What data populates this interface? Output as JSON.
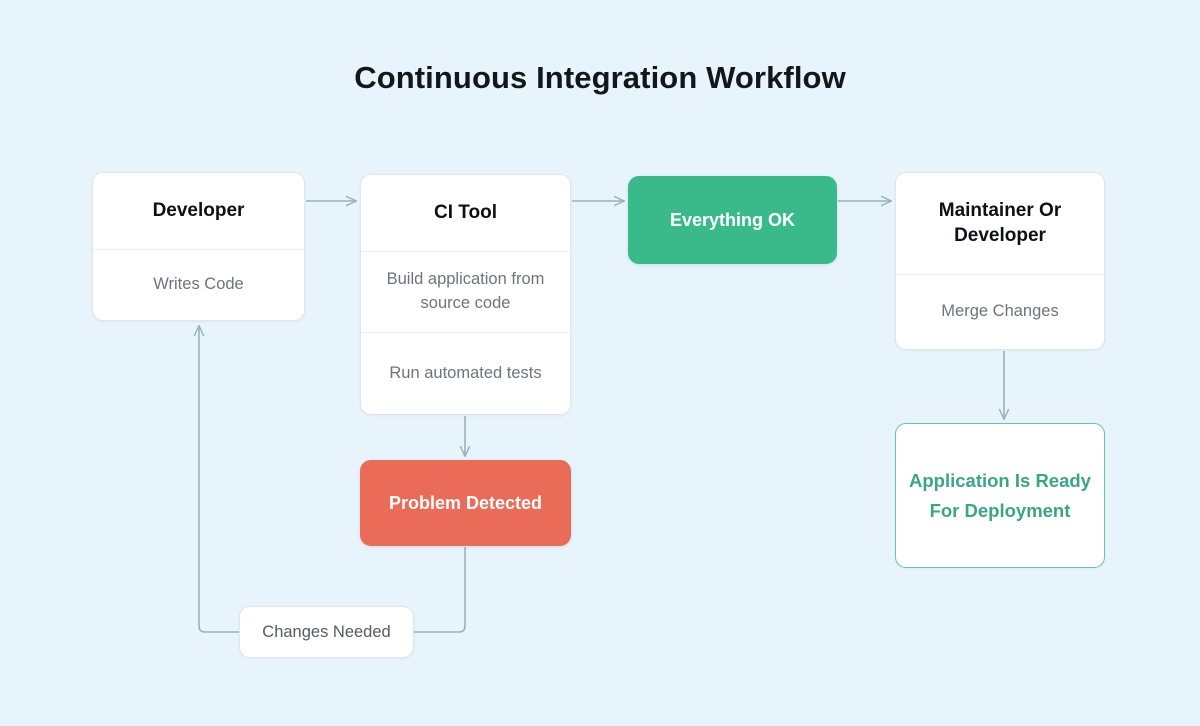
{
  "title": "Continuous Integration Workflow",
  "colors": {
    "background": "#e7f4fb",
    "success": "#3ab98a",
    "danger": "#e96b58",
    "success_text": "#3aa683",
    "edge": "#9bb0bb",
    "node_bg": "#ffffff",
    "node_border": "#dfe6ea",
    "muted_text": "#6c757d",
    "title_text": "#13171c"
  },
  "nodes": {
    "developer": {
      "header": "Developer",
      "rows": [
        "Writes Code"
      ]
    },
    "ci_tool": {
      "header": "CI Tool",
      "rows": [
        "Build application from source code",
        "Run automated tests"
      ]
    },
    "everything_ok": {
      "label": "Everything OK"
    },
    "maintainer": {
      "header": "Maintainer Or Developer",
      "rows": [
        "Merge Changes"
      ]
    },
    "problem_detected": {
      "label": "Problem Detected"
    },
    "app_ready": {
      "label": "Application Is Ready For Deployment"
    },
    "changes_needed": {
      "label": "Changes Needed"
    }
  },
  "edges": [
    {
      "name": "developer-to-ci-tool",
      "from": "developer",
      "to": "ci_tool",
      "label": ""
    },
    {
      "name": "ci-tool-to-everything-ok",
      "from": "ci_tool",
      "to": "everything_ok",
      "label": ""
    },
    {
      "name": "everything-ok-to-maintainer",
      "from": "everything_ok",
      "to": "maintainer",
      "label": ""
    },
    {
      "name": "maintainer-to-app-ready",
      "from": "maintainer",
      "to": "app_ready",
      "label": ""
    },
    {
      "name": "ci-tool-to-problem-detected",
      "from": "ci_tool",
      "to": "problem_detected",
      "label": ""
    },
    {
      "name": "problem-detected-to-developer",
      "from": "problem_detected",
      "to": "developer",
      "label": "Changes Needed"
    }
  ]
}
